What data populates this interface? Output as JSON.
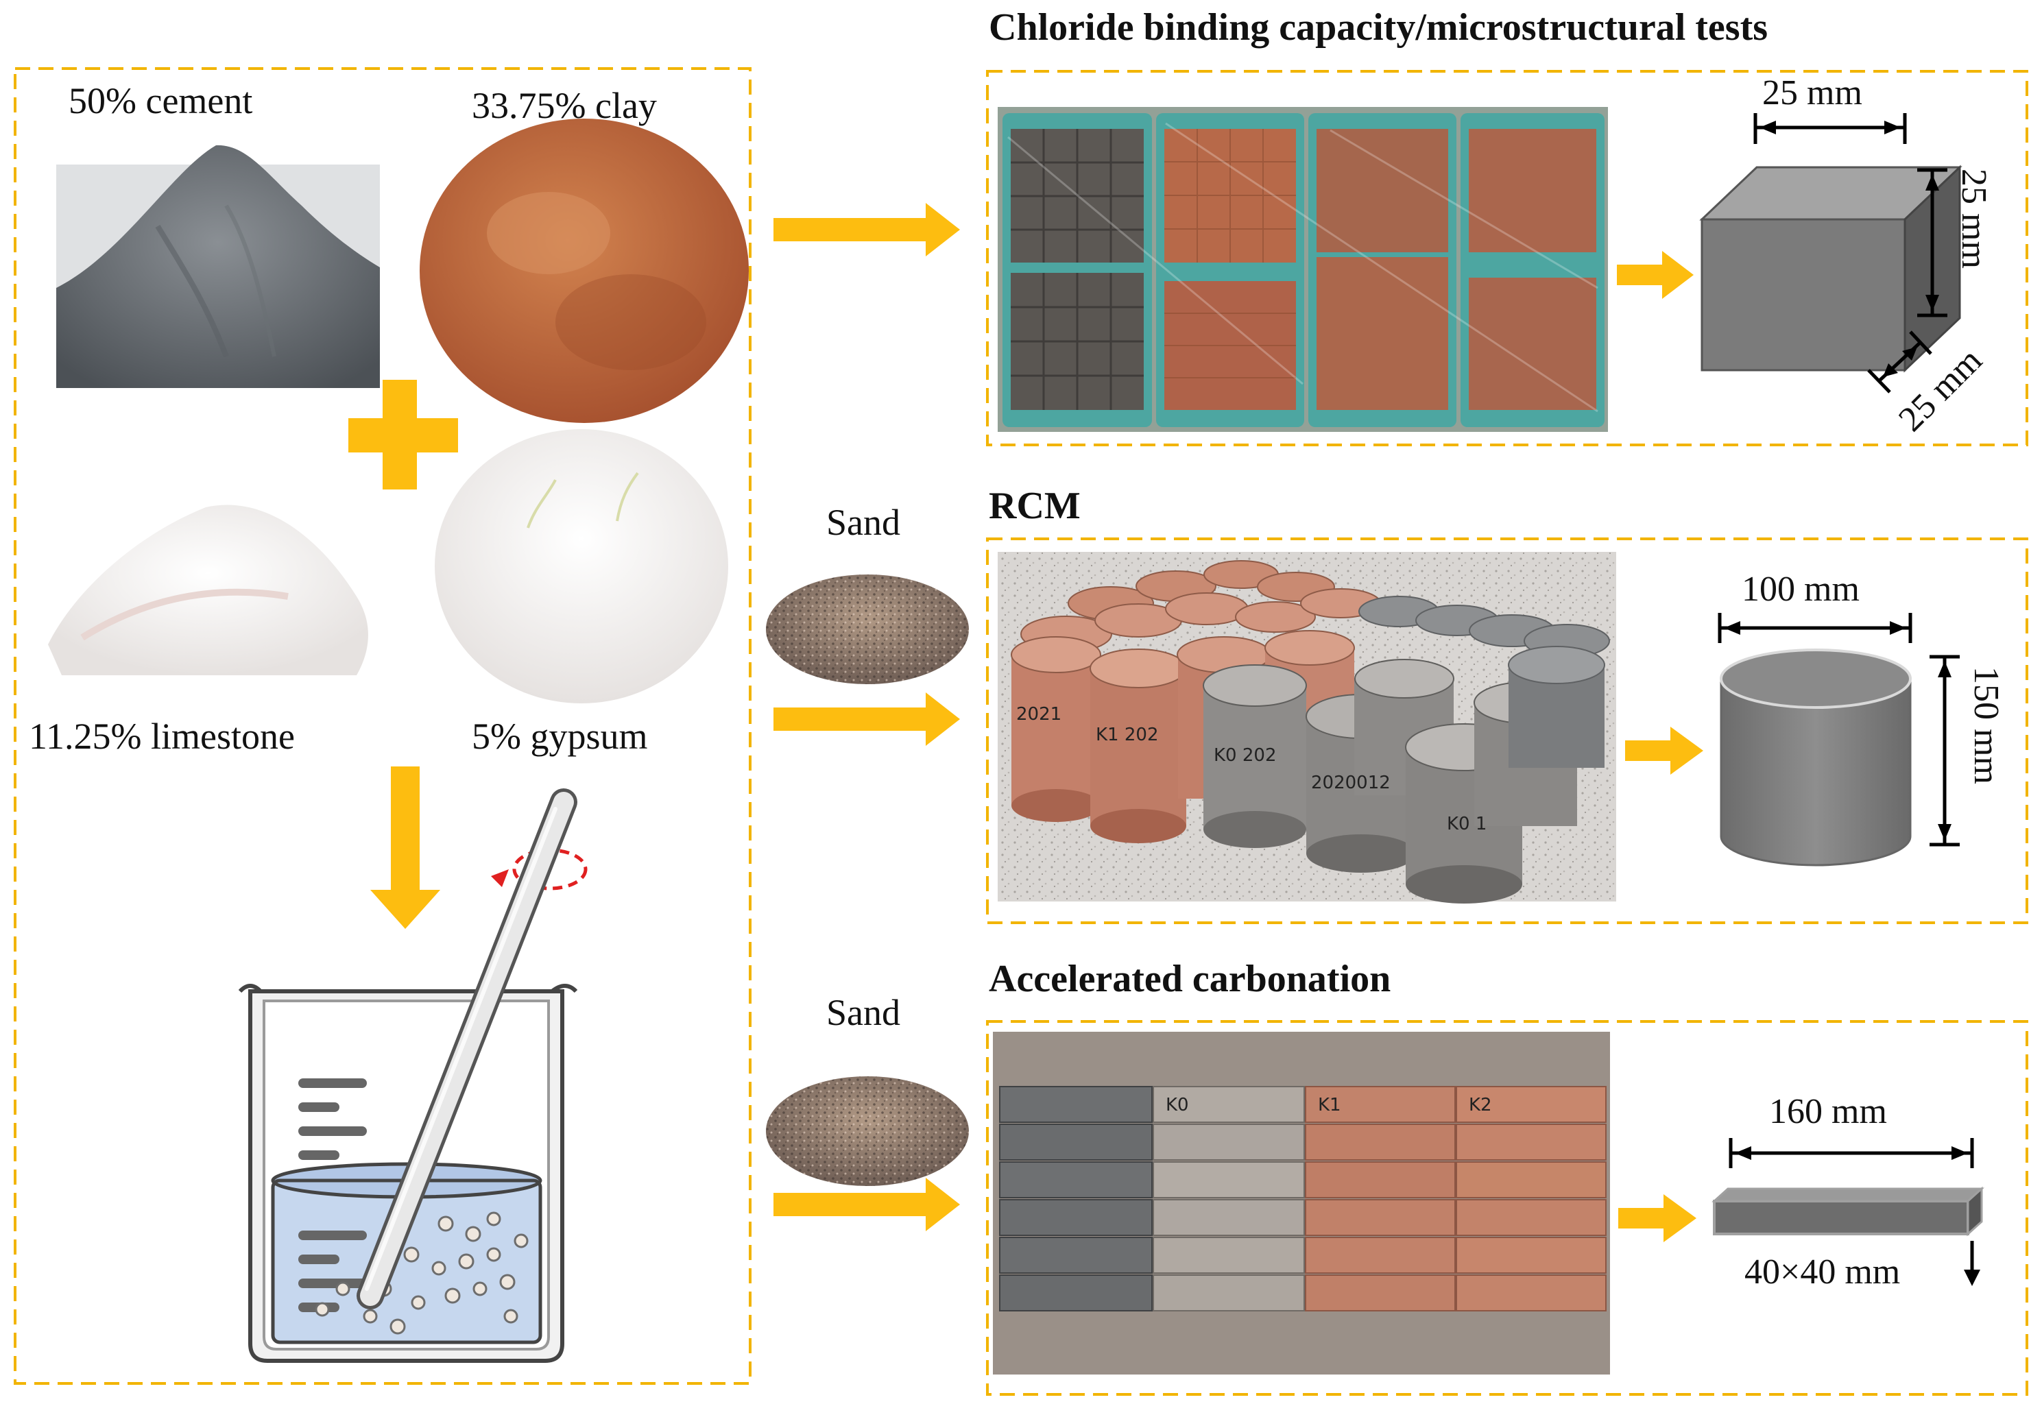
{
  "materials": {
    "cement": "50% cement",
    "clay": "33.75% clay",
    "limestone": "11.25% limestone",
    "gypsum": "5% gypsum"
  },
  "sand": {
    "label_1": "Sand",
    "label_2": "Sand"
  },
  "sections": {
    "chloride": {
      "title": "Chloride binding capacity/microstructural tests",
      "dim_top": "25 mm",
      "dim_side": "25 mm",
      "dim_depth": "25 mm"
    },
    "rcm": {
      "title": "RCM",
      "dim_top": "100 mm",
      "dim_side": "150 mm"
    },
    "carbonation": {
      "title": "Accelerated carbonation",
      "dim_top": "160 mm",
      "dim_bottom": "40×40 mm"
    }
  },
  "specimen_marks": {
    "cylinders": [
      "2021",
      "K1 202",
      "K0 202",
      "2020012",
      "K0 1"
    ],
    "prisms": [
      "K0",
      "K1",
      "K2"
    ]
  },
  "colors": {
    "dash_border": "#f2b400",
    "arrow": "#fdbd10",
    "specimen_gray": "#7b7b7b",
    "clay_brown": "#b5623a",
    "stir_rotation": "#e02020"
  }
}
